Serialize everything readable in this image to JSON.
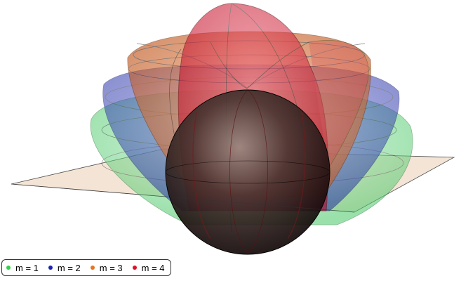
{
  "legend": {
    "items": [
      {
        "label": "m = 1",
        "color": "#2fd24a"
      },
      {
        "label": "m = 2",
        "color": "#1a24b4"
      },
      {
        "label": "m = 3",
        "color": "#e8731e"
      },
      {
        "label": "m = 4",
        "color": "#e0102a"
      }
    ]
  },
  "colors": {
    "plane": "#f2e1d0",
    "sphere_core": "#7b6a62",
    "sphere_edge": "#140c0c"
  }
}
